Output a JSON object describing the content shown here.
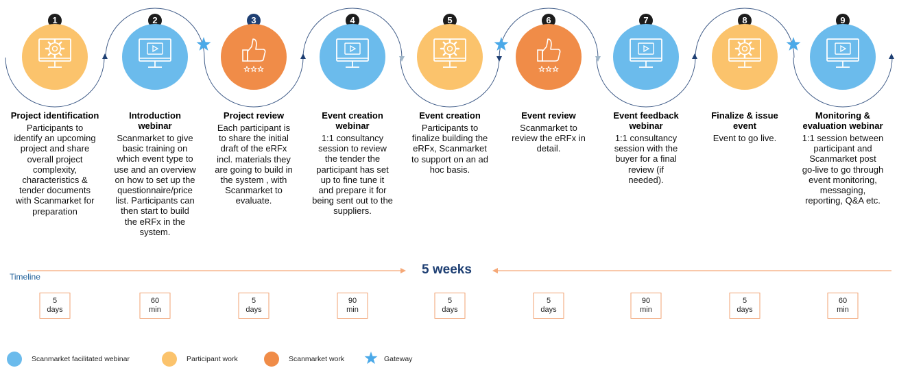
{
  "steps": [
    {
      "number": "1",
      "type": "participant",
      "icon": "gear-monitor-icon",
      "title": [
        "Project identification"
      ],
      "desc": [
        "Participants to",
        "identify an upcoming",
        "project and share",
        "overall project",
        "complexity,",
        "characteristics &",
        "tender documents",
        "with Scanmarket for",
        "preparation"
      ],
      "duration": [
        "5",
        "days"
      ]
    },
    {
      "number": "2",
      "type": "webinar",
      "icon": "video-monitor-icon",
      "title": [
        "Introduction",
        "webinar"
      ],
      "desc": [
        "Scanmarket to give",
        "basic training on",
        "which event type to",
        "use and an overview",
        "on how to set up the",
        "questionnaire/price",
        "list.  Participants can",
        "then start to build",
        "the eRFx in the",
        "system."
      ],
      "duration": [
        "60",
        "min"
      ]
    },
    {
      "number": "3",
      "type": "scan",
      "icon": "thumbs-up-stars-icon",
      "title": [
        "Project review"
      ],
      "desc": [
        "Each participant is",
        "to share the initial",
        "draft of the eRFx",
        "incl. materials they",
        "are going to build in",
        "the system , with",
        "Scanmarket to",
        "evaluate."
      ],
      "duration": [
        "5",
        "days"
      ]
    },
    {
      "number": "4",
      "type": "webinar",
      "icon": "video-monitor-icon",
      "title": [
        "Event creation",
        "webinar"
      ],
      "desc": [
        "1:1 consultancy",
        "session to review",
        "the tender the",
        "participant has set",
        "up to fine tune it",
        "and prepare it for",
        "being sent out to the",
        "suppliers."
      ],
      "duration": [
        "90",
        "min"
      ]
    },
    {
      "number": "5",
      "type": "participant",
      "icon": "gear-monitor-icon",
      "title": [
        "Event creation"
      ],
      "desc": [
        "Participants to",
        "finalize building the",
        "eRFx, Scanmarket",
        "to support on an ad",
        "hoc basis."
      ],
      "duration": [
        "5",
        "days"
      ]
    },
    {
      "number": "6",
      "type": "scan",
      "icon": "thumbs-up-stars-icon",
      "title": [
        "Event review"
      ],
      "desc": [
        "Scanmarket to",
        "review the eRFx in",
        "detail."
      ],
      "duration": [
        "5",
        "days"
      ]
    },
    {
      "number": "7",
      "type": "webinar",
      "icon": "video-monitor-icon",
      "title": [
        "Event feedback",
        "webinar"
      ],
      "desc": [
        "1:1 consultancy",
        "session with the",
        "buyer for a final",
        "review (if",
        "needed)."
      ],
      "duration": [
        "90",
        "min"
      ]
    },
    {
      "number": "8",
      "type": "participant",
      "icon": "gear-monitor-icon",
      "title": [
        "Finalize & issue",
        "event"
      ],
      "desc": [
        "Event to go live."
      ],
      "duration": [
        "5",
        "days"
      ]
    },
    {
      "number": "9",
      "type": "webinar",
      "icon": "video-monitor-icon",
      "title": [
        "Monitoring &",
        "evaluation webinar"
      ],
      "desc": [
        "1:1 session between",
        "participant and",
        "Scanmarket  post",
        "go-live to go through",
        "event monitoring,",
        "messaging,",
        "reporting, Q&A etc."
      ],
      "duration": [
        "60",
        "min"
      ]
    }
  ],
  "timeline": {
    "label": "Timeline",
    "total": "5 weeks"
  },
  "legend": [
    {
      "label": "Scanmarket facilitated webinar",
      "color": "#6bbbec",
      "icon": "circle"
    },
    {
      "label": "Participant work",
      "color": "#fbc36c",
      "icon": "circle"
    },
    {
      "label": "Scanmarket work",
      "color": "#f08c48",
      "icon": "circle"
    },
    {
      "label": "Gateway",
      "color": "#4ba9e8",
      "icon": "star-icon"
    }
  ],
  "colors": {
    "participant": "#fbc36c",
    "webinar": "#6bbbec",
    "scan": "#f08c48",
    "gateway": "#4ba9e8",
    "timeline": "#f5a877",
    "accent": "#1e3f73"
  }
}
